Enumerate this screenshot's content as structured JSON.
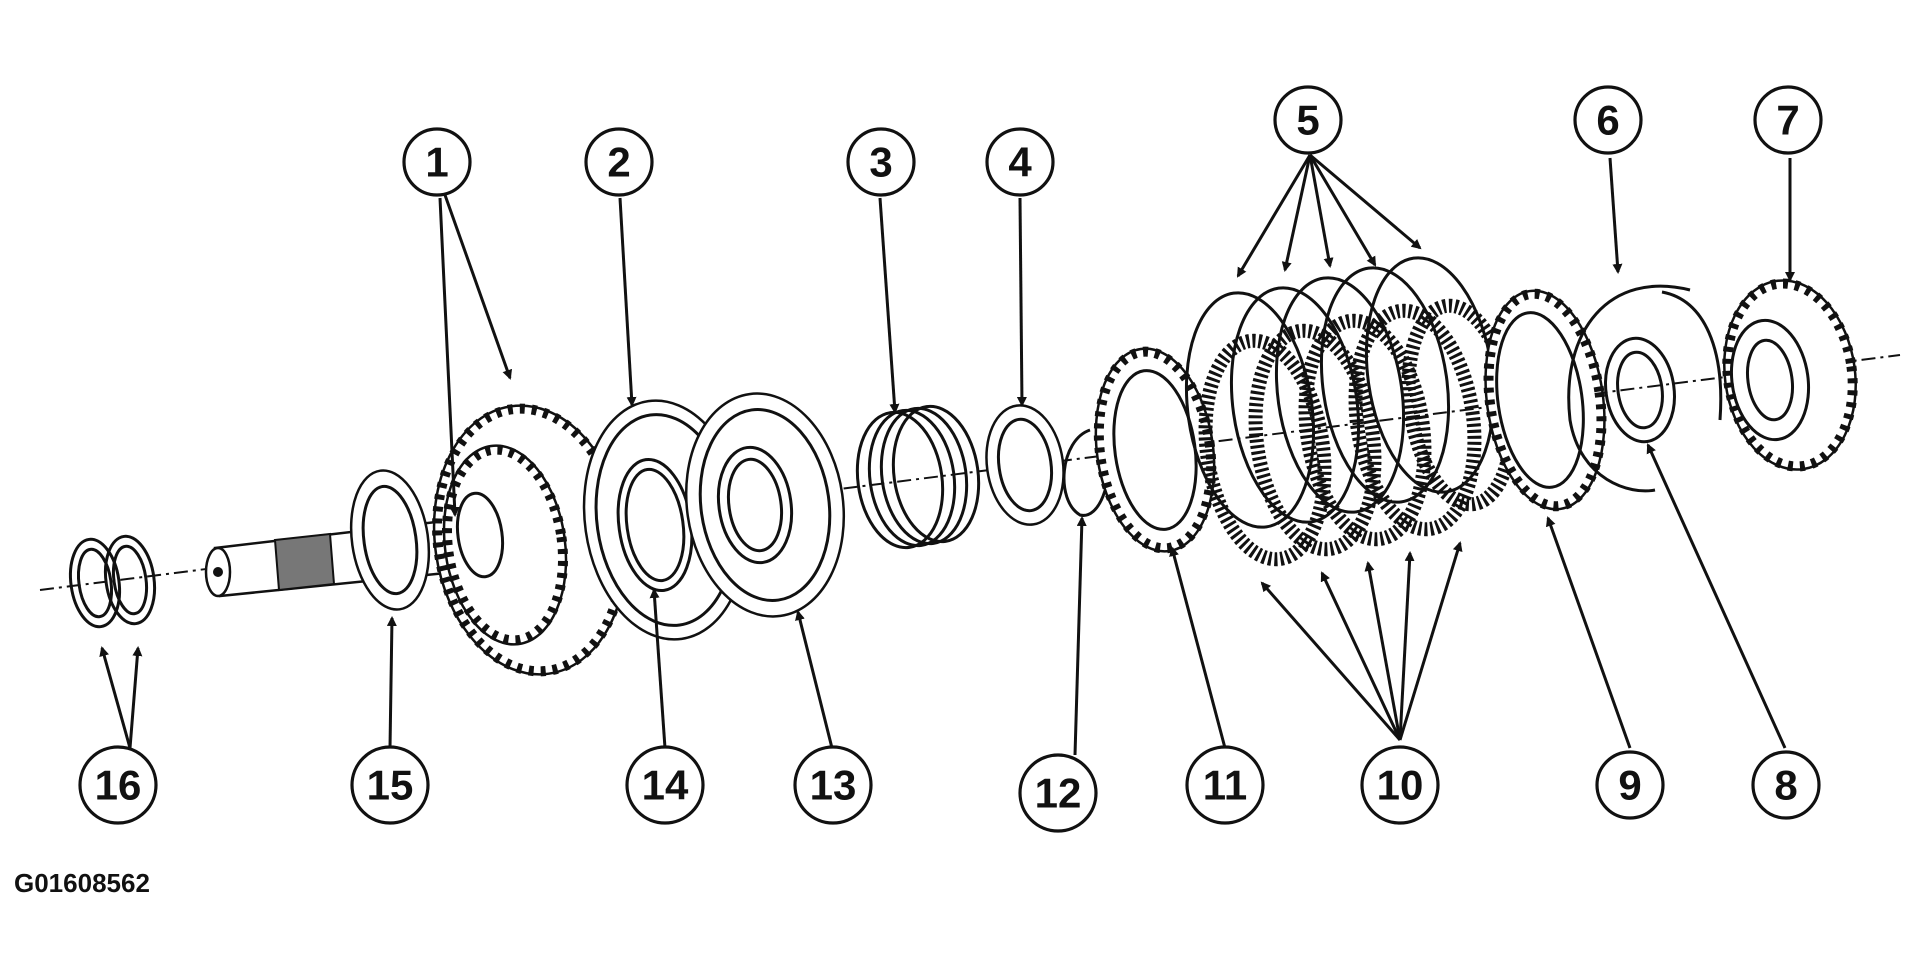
{
  "figure_code": "G01608562",
  "callouts": [
    "1",
    "2",
    "3",
    "4",
    "5",
    "6",
    "7",
    "8",
    "9",
    "10",
    "11",
    "12",
    "13",
    "14",
    "15",
    "16"
  ]
}
